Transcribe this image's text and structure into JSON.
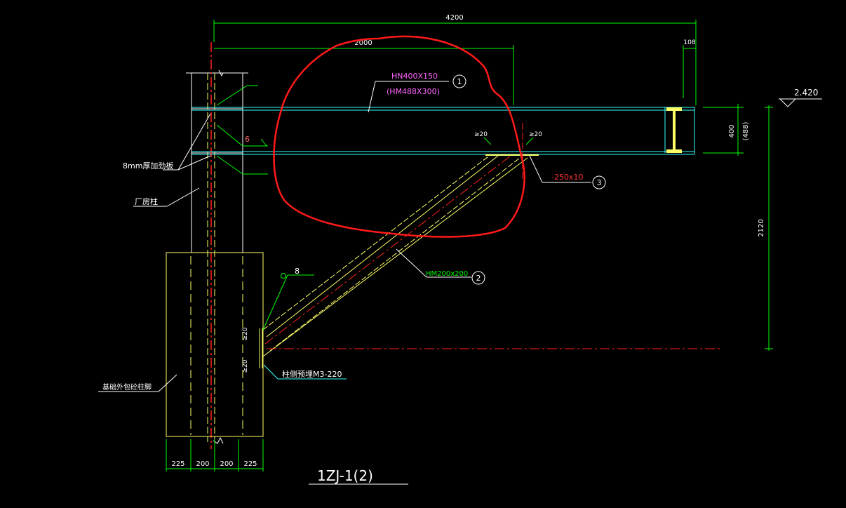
{
  "drawing": {
    "title": "1ZJ-1(2)",
    "dimensions": {
      "overall_span": "4200",
      "beam_extension": "2000",
      "end_offset": "108",
      "beam_depth": "400",
      "beam_depth_alt": "(488)",
      "height": "2120",
      "base_1": "225",
      "base_2": "200",
      "base_3": "200",
      "base_4": "225"
    },
    "elevation": "2.420",
    "labels": {
      "beam_section": "HN400X150",
      "beam_section_alt": "(HM488X300)",
      "brace_section": "HM200x200",
      "plate": "-250x10",
      "stiffener": "8mm厚加劲板",
      "column": "厂房柱",
      "embed": "柱侧预埋M3-220",
      "foundation": "基础外包砼柱脚",
      "weld_6": "6",
      "weld_8": "8",
      "weld_20a": "≥20",
      "weld_20b": "≥20",
      "weld_20c": "≥20",
      "weld_20d": "≥20"
    },
    "markers": {
      "m1": "1",
      "m2": "2",
      "m3": "3"
    }
  },
  "colors": {
    "background": "#000000",
    "white": "#ffffff",
    "cyan": "#33ffff",
    "green": "#00ff00",
    "yellow": "#ffff66",
    "red": "#ff2020",
    "magenta": "#ff66ff",
    "annotation_red": "#ff1a1a"
  }
}
